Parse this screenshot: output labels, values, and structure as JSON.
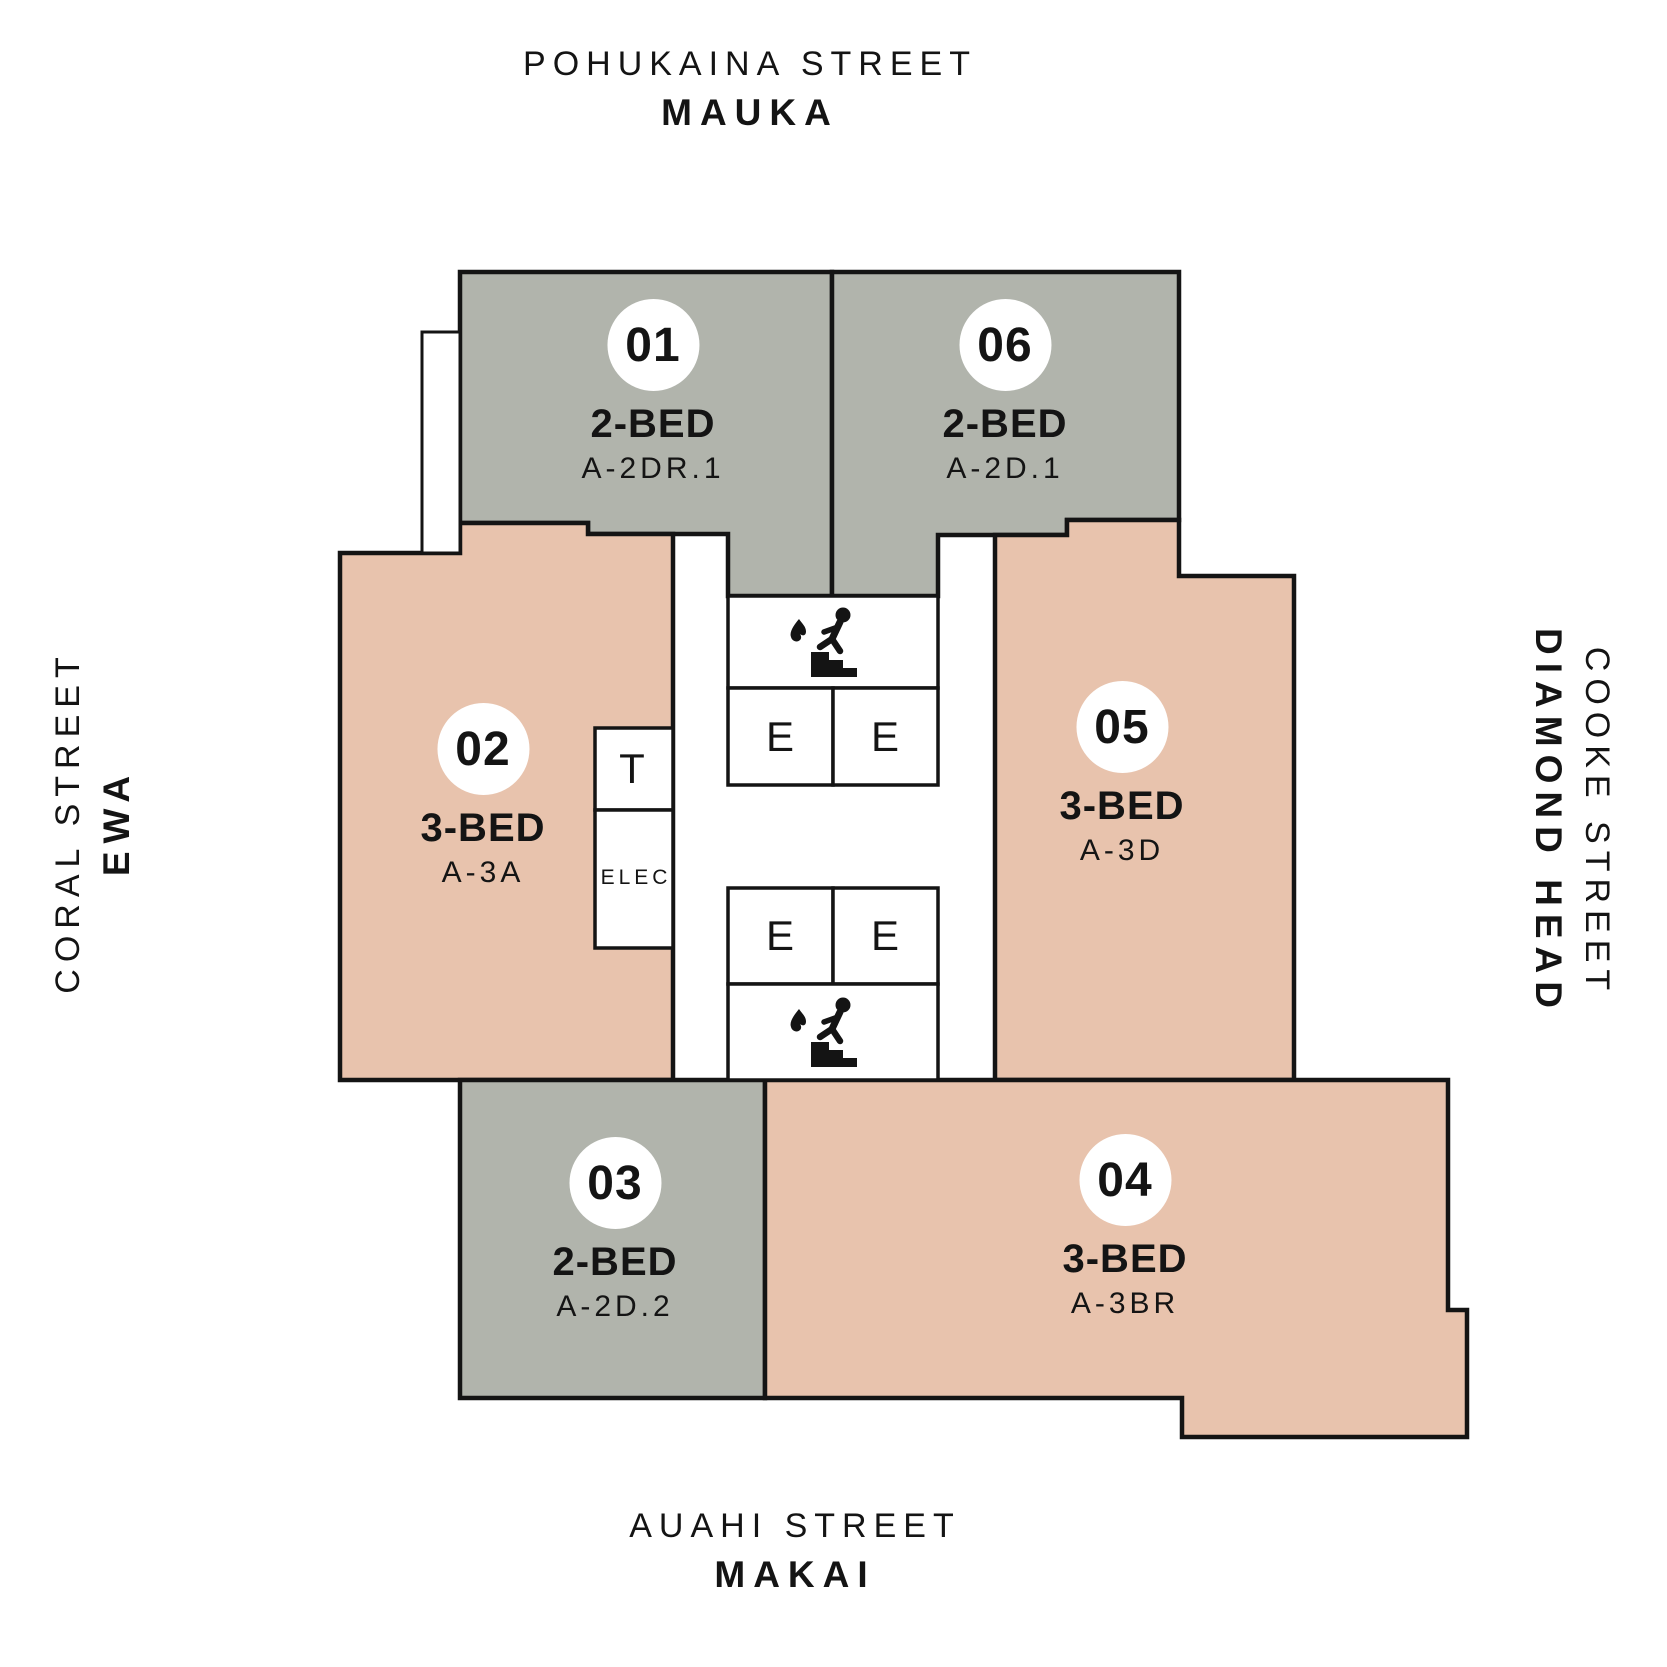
{
  "streets": {
    "top": {
      "name": "POHUKAINA STREET",
      "direction": "MAUKA"
    },
    "bottom": {
      "name": "AUAHI STREET",
      "direction": "MAKAI"
    },
    "left": {
      "name": "CORAL STREET",
      "direction": "EWA"
    },
    "right": {
      "name": "COOKE STREET",
      "direction": "DIAMOND HEAD"
    }
  },
  "units": [
    {
      "id": "01",
      "bed": "2-BED",
      "code": "A-2DR.1",
      "type": "gray"
    },
    {
      "id": "02",
      "bed": "3-BED",
      "code": "A-3A",
      "type": "salmon"
    },
    {
      "id": "03",
      "bed": "2-BED",
      "code": "A-2D.2",
      "type": "gray"
    },
    {
      "id": "04",
      "bed": "3-BED",
      "code": "A-3BR",
      "type": "salmon"
    },
    {
      "id": "05",
      "bed": "3-BED",
      "code": "A-3D",
      "type": "salmon"
    },
    {
      "id": "06",
      "bed": "2-BED",
      "code": "A-2D.1",
      "type": "gray"
    }
  ],
  "core": {
    "elevator_label": "E",
    "trash_room_label": "T",
    "electrical_room_label": "ELEC",
    "stair_icon": "fire-exit-stairs"
  },
  "colors": {
    "unit_gray": "#b1b4ac",
    "unit_salmon": "#e8c3ad",
    "outline": "#141414",
    "badge_bg": "#ffffff",
    "text": "#141414",
    "background": "#ffffff"
  }
}
